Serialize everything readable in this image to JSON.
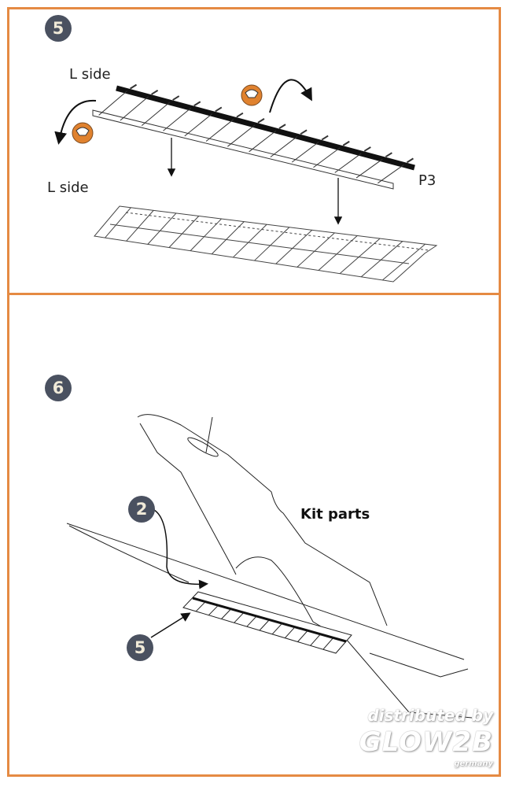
{
  "step5": {
    "number": "5",
    "label_top": "L side",
    "label_bottom": "L side",
    "part_label": "P3",
    "icons": [
      "glue-icon",
      "glue-icon"
    ],
    "rungs": 14
  },
  "step6": {
    "number": "6",
    "kit_label": "Kit parts",
    "callouts": [
      "2",
      "5"
    ],
    "rungs": 12
  },
  "watermark": {
    "line1": "distributed by",
    "line2": "GLOW2B",
    "line3": "germany"
  },
  "colors": {
    "frame": "#e58a43",
    "badge": "#4a5160",
    "glue": "#e0822f"
  }
}
